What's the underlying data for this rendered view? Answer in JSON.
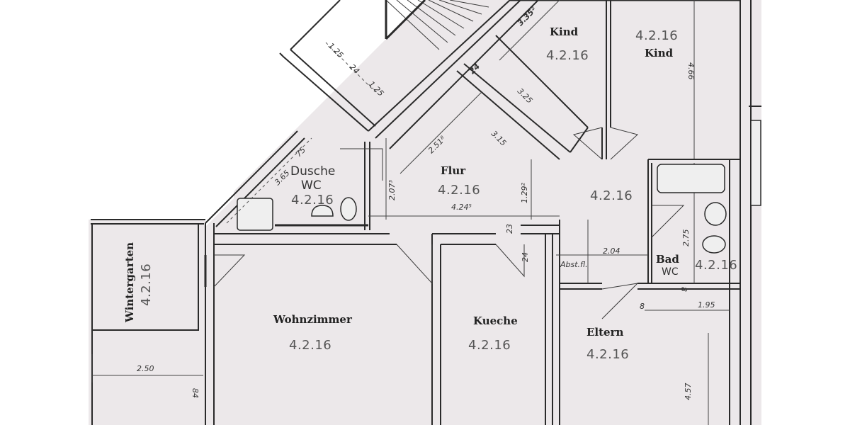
{
  "document": {
    "type": "floor plan",
    "background": "#ece8ea"
  },
  "rooms": {
    "kind1": {
      "name": "Kind",
      "date": "4.2.16"
    },
    "kind2": {
      "name": "Kind",
      "date": "4.2.16"
    },
    "dusche": {
      "name": "Dusche",
      "sub": "WC",
      "date": "4.2.16"
    },
    "flur": {
      "name": "Flur",
      "date": "4.2.16"
    },
    "diele": {
      "date": "4.2.16"
    },
    "bad": {
      "name": "Bad",
      "sub": "WC",
      "date": "4.2.16"
    },
    "wintergarten": {
      "name": "Wintergarten",
      "date": "4.2.16"
    },
    "wohnzimmer": {
      "name": "Wohnzimmer",
      "date": "4.2.16"
    },
    "kueche": {
      "name": "Kueche",
      "date": "4.2.16"
    },
    "eltern": {
      "name": "Eltern",
      "date": "4.2.16"
    }
  },
  "dimensions": {
    "d_1_25_a": "1.25",
    "d_24_a": "24",
    "d_1_25_b": "1.25",
    "d_3352": "3.35²",
    "d_24_b": "24",
    "d_3_25": "3.25",
    "d_2_51": "2.51⁸",
    "d_3_15": "3.15",
    "d_3_65": "3.65",
    "d_75": "75",
    "d_2_07": "2.07³",
    "d_1_29": "1.29²",
    "d_4_24": "4.24⁵",
    "d_23": "23",
    "d_24_c": "24",
    "d_4_66": "4.66",
    "d_2_04": "2.04",
    "d_abstfl": "Abst.fl.",
    "d_2_75": "2.75",
    "d_8_a": "8",
    "d_8_b": "8",
    "d_1_95": "1.95",
    "d_4_57": "4.57",
    "d_2_50": "2.50",
    "d_84": "84"
  }
}
